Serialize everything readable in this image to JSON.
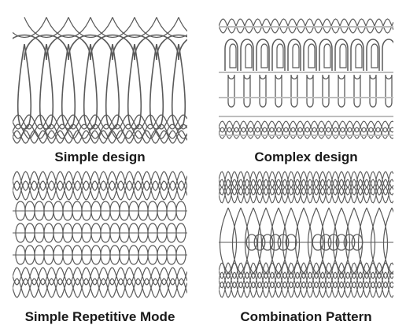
{
  "figure": {
    "panels": [
      {
        "id": "simple",
        "caption": "Simple design"
      },
      {
        "id": "complex",
        "caption": "Complex design"
      },
      {
        "id": "repetitive",
        "caption": "Simple Repetitive Mode"
      },
      {
        "id": "combination",
        "caption": "Combination Pattern"
      }
    ],
    "colors": {
      "line": "#5a5a5a",
      "band": "#bdbdbd",
      "text": "#1a1a1a",
      "background": "#ffffff"
    }
  }
}
